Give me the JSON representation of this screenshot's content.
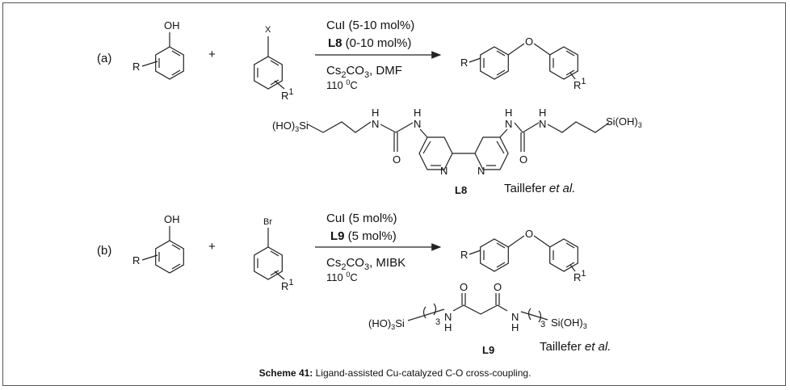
{
  "scheme_a": {
    "label": "(a)",
    "reactant1": {
      "substituent": "OH",
      "r_group": "R"
    },
    "plus": "+",
    "reactant2": {
      "substituent": "X",
      "r_group": "R",
      "r_sup": "1"
    },
    "conditions": {
      "line1": "CuI (5-10 mol%)",
      "line2_bold": "L8",
      "line2_rest": " (0-10 mol%)",
      "line3_a": "Cs",
      "line3_sub": "2",
      "line3_b": "CO",
      "line3_sub2": "3",
      "line3_c": ", DMF",
      "line4_a": "110 ",
      "line4_sup": "0",
      "line4_b": "C"
    },
    "product": {
      "bridge": "O",
      "r_left": "R",
      "r_right": "R",
      "r_sup": "1"
    },
    "ligand": {
      "left_end": "(HO)",
      "left_sub": "3",
      "left_si": "Si",
      "right_end": "Si(OH)",
      "right_sub": "3",
      "n": "N",
      "h": "H",
      "o": "O",
      "name": "L8",
      "credit_a": "Taillefer ",
      "credit_b": "et al."
    }
  },
  "scheme_b": {
    "label": "(b)",
    "reactant1": {
      "substituent": "OH",
      "r_group": "R"
    },
    "plus": "+",
    "reactant2": {
      "substituent": "Br",
      "r_group": "R",
      "r_sup": "1"
    },
    "conditions": {
      "line1": "CuI (5 mol%)",
      "line2_bold": "L9",
      "line2_rest": " (5 mol%)",
      "line3_a": "Cs",
      "line3_sub": "2",
      "line3_b": "CO",
      "line3_sub2": "3",
      "line3_c": ", MIBK",
      "line4_a": "110 ",
      "line4_sup": "0",
      "line4_b": "C"
    },
    "product": {
      "bridge": "O",
      "r_left": "R",
      "r_right": "R",
      "r_sup": "1"
    },
    "ligand": {
      "left_end": "(HO)",
      "left_sub": "3",
      "left_si": "Si",
      "right_end": "Si(OH)",
      "right_sub": "3",
      "repeat": "3",
      "n": "N",
      "h": "H",
      "o": "O",
      "name": "L9",
      "credit_a": "Taillefer ",
      "credit_b": "et al."
    }
  },
  "caption": {
    "bold": "Scheme 41:",
    "text": " Ligand-assisted Cu-catalyzed C-O cross-coupling."
  }
}
